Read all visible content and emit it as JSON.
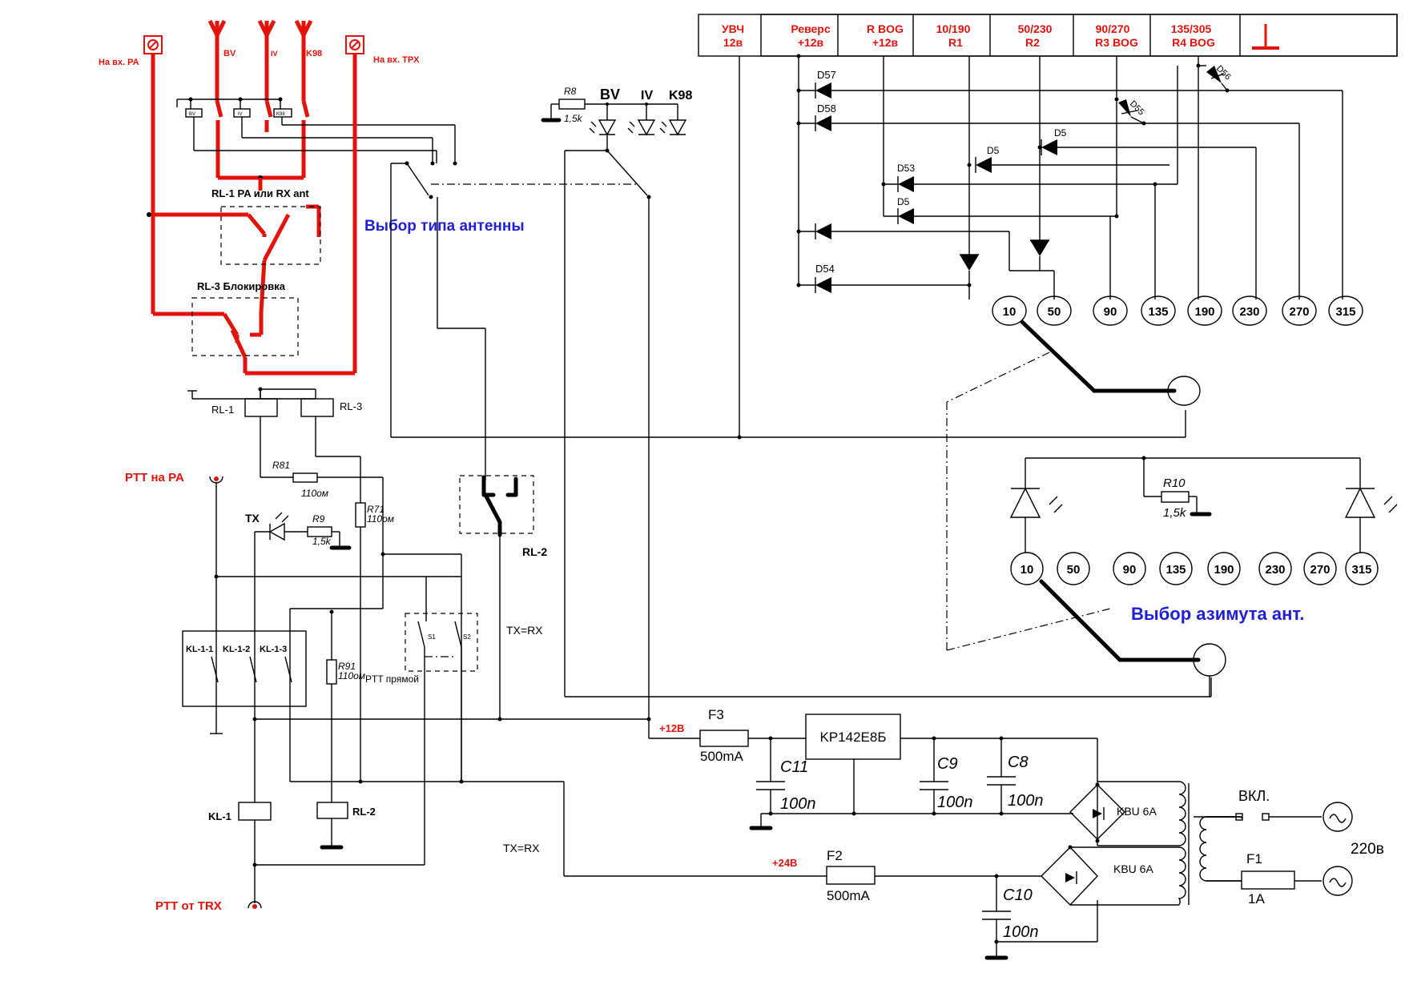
{
  "header": {
    "cells": [
      {
        "line1": "УВЧ",
        "line2": "12в"
      },
      {
        "line1": "Реверс",
        "line2": "+12в"
      },
      {
        "line1": "R BOG",
        "line2": "+12в"
      },
      {
        "line1": "10/190",
        "line2": "R1"
      },
      {
        "line1": "50/230",
        "line2": "R2"
      },
      {
        "line1": "90/270",
        "line2": "R3 BOG"
      },
      {
        "line1": "135/305",
        "line2": "R4 BOG"
      }
    ]
  },
  "antenna": {
    "left_input": "На вх. PA",
    "right_input": "На вх. TPX",
    "ant_labels": [
      "BV",
      "IV",
      "K98"
    ],
    "relay_small": [
      "BV",
      "IV",
      "K98"
    ],
    "rl1_label": "RL-1  PA или RX ant",
    "rl3_label": "RL-3 Блокировка",
    "select_type": "Выбор типа антенны"
  },
  "led_top": {
    "resistor": "R8",
    "value": "1,5k",
    "labels": [
      "BV",
      "IV",
      "K98"
    ]
  },
  "diodes": [
    "D57",
    "D58",
    "D56",
    "D55",
    "D5",
    "D5",
    "D53",
    "D5",
    "D54"
  ],
  "positions_top": [
    "10",
    "50",
    "90",
    "135",
    "190",
    "230",
    "270",
    "315"
  ],
  "positions_bottom": [
    "10",
    "50",
    "90",
    "135",
    "190",
    "230",
    "270",
    "315"
  ],
  "azimuth": {
    "title": "Выбор азимута ант.",
    "resistor": "R10",
    "value": "1,5k"
  },
  "control": {
    "rl1": "RL-1",
    "rl3": "RL-3",
    "r81": "R81",
    "r81_val": "110ом",
    "r71": "R71",
    "r71_val": "110ом",
    "r9": "R9",
    "r9_val": "1,5k",
    "r91": "R91",
    "r91_val": "110ом",
    "ptt_pa": "PTT на PA",
    "ptt_trx": "PTT от TRX",
    "tx": "TX",
    "ptt_direct": "PTT прямой",
    "kl_contacts": [
      "KL-1-1",
      "KL-1-2",
      "KL-1-3"
    ],
    "kl1": "KL-1",
    "rl2_coil": "RL-2",
    "rl2_switch": "RL-2",
    "s1": "S1",
    "s2": "S2",
    "txrx1": "TX=RX",
    "txrx2": "TX=RX"
  },
  "power": {
    "plus12": "+12В",
    "plus24": "+24В",
    "f3": "F3",
    "f3_val": "500mA",
    "f2": "F2",
    "f2_val": "500mA",
    "f1": "F1",
    "f1_val": "1A",
    "regulator": "KP142E8Б",
    "c11": "C11",
    "c9": "C9",
    "c8": "C8",
    "c10": "C10",
    "cap_val": "100n",
    "bridge1": "KBU 6A",
    "bridge2": "KBU 6A",
    "switch": "ВКЛ.",
    "mains": "220в"
  }
}
